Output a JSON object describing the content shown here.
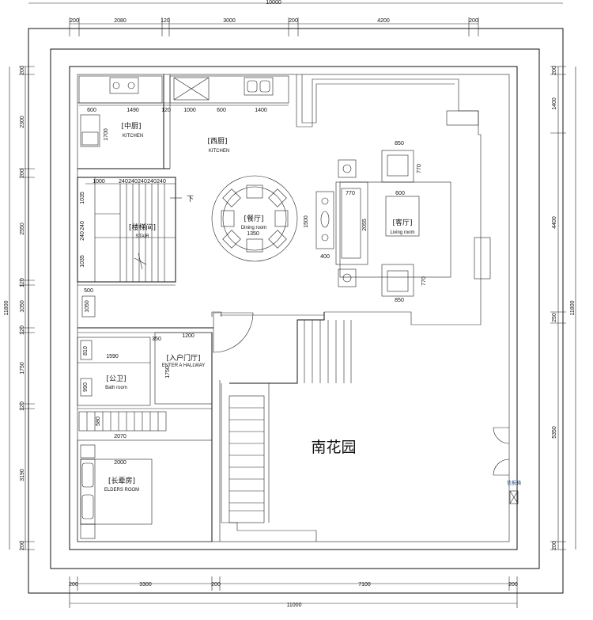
{
  "dims": {
    "top_total": "10000",
    "top": [
      "200",
      "2080",
      "120",
      "3000",
      "200",
      "4200",
      "200"
    ],
    "bottom": [
      "200",
      "3300",
      "200",
      "7100",
      "200"
    ],
    "bottom_total": "11000",
    "left": [
      "200",
      "2300",
      "200",
      "2550",
      "120",
      "1050",
      "120",
      "1750",
      "120",
      "3190",
      "200"
    ],
    "left_total": "11800",
    "right": [
      "200",
      "1400",
      "4400",
      "250",
      "5350",
      "200"
    ],
    "right_total": "11800",
    "kitchen": [
      "600",
      "1490",
      "120",
      "1000",
      "600",
      "1400",
      "1700"
    ],
    "stair": [
      "1000",
      "240",
      "240",
      "240",
      "240",
      "240",
      "1035",
      "240",
      "240",
      "1035"
    ],
    "living": [
      "850",
      "770",
      "600",
      "770",
      "1500",
      "2055",
      "400",
      "770",
      "850"
    ],
    "dining": "1350",
    "hall": [
      "1200",
      "350",
      "1750"
    ],
    "misc": [
      "500",
      "1050",
      "810",
      "1590",
      "990",
      "580",
      "2070",
      "2000"
    ]
  },
  "rooms": {
    "mid_kitchen": {
      "cn": "[中厨]",
      "en": "KITCHEN"
    },
    "west_kitchen": {
      "cn": "[西厨]",
      "en": "KITCHEN"
    },
    "stair": {
      "cn": "[楼梯间]",
      "en": "STAIR",
      "down": "下"
    },
    "dining": {
      "cn": "[餐厅]",
      "en": "Dining room"
    },
    "living": {
      "cn": "[客厅]",
      "en": "Living room"
    },
    "hallway": {
      "cn": "[入户门厅]",
      "en": "ENTER A HALLWAY"
    },
    "bath": {
      "cn": "[公卫]",
      "en": "Bath room"
    },
    "elders": {
      "cn": "[长辈房]",
      "en": "ELDERS ROOM"
    }
  },
  "garden_label": "南花园",
  "meter_label": "信报箱"
}
